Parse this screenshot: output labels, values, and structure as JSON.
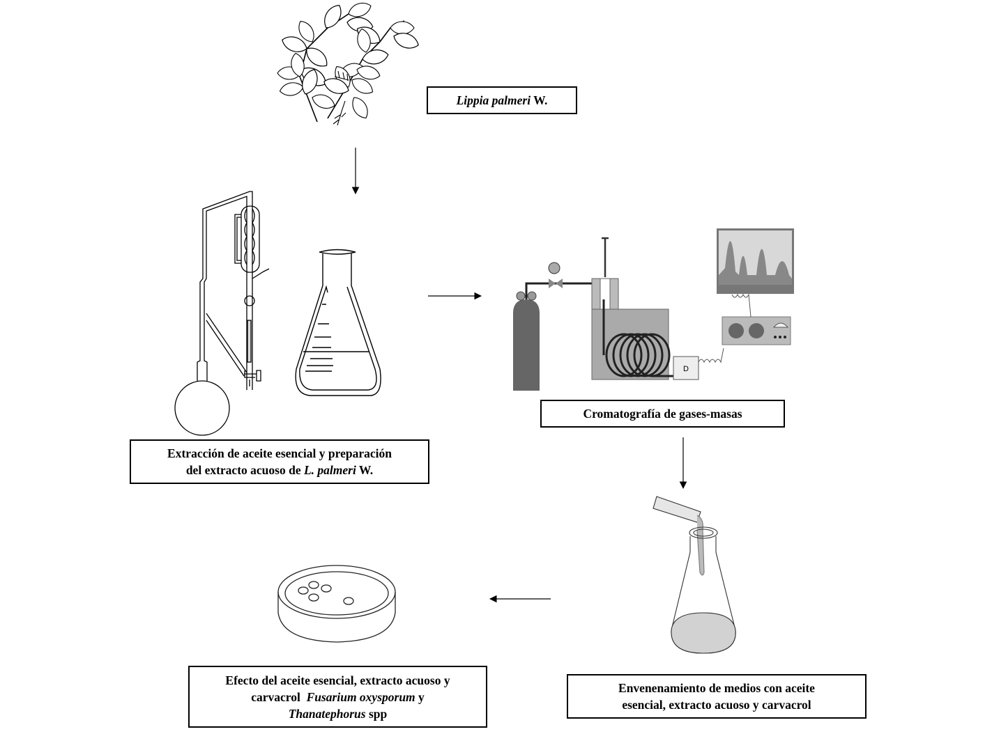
{
  "diagram": {
    "language": "es",
    "steps": [
      {
        "id": "plant",
        "label": [
          [
            {
              "t": "Lippia palmeri",
              "i": true
            },
            {
              "t": " W.",
              "i": false
            }
          ]
        ],
        "illustration": "plant-branch-icon"
      },
      {
        "id": "extraction",
        "label": [
          [
            {
              "t": "Extracción de aceite esencial y preparación",
              "i": false
            }
          ],
          [
            {
              "t": "del extracto acuoso de ",
              "i": false
            },
            {
              "t": "L. palmeri",
              "i": true
            },
            {
              "t": " W.",
              "i": false
            }
          ]
        ],
        "illustration": [
          "distillation-apparatus-icon",
          "erlenmeyer-flask-icon"
        ]
      },
      {
        "id": "gcms",
        "label": [
          [
            {
              "t": "Cromatografía de gases-masas",
              "i": false
            }
          ]
        ],
        "illustration": "gas-chromatograph-icon",
        "detector_label": "D"
      },
      {
        "id": "poisoning",
        "label": [
          [
            {
              "t": "Envenenamiento de medios con aceite",
              "i": false
            }
          ],
          [
            {
              "t": "esencial, extracto acuoso y carvacrol",
              "i": false
            }
          ]
        ],
        "illustration": "pouring-into-flask-icon"
      },
      {
        "id": "effect",
        "label": [
          [
            {
              "t": "Efecto del aceite esencial, extracto acuoso y",
              "i": false
            }
          ],
          [
            {
              "t": "carvacrol  ",
              "i": false
            },
            {
              "t": "Fusarium oxysporum",
              "i": true
            },
            {
              "t": " y",
              "i": false
            }
          ],
          [
            {
              "t": "Thanatephorus",
              "i": true
            },
            {
              "t": " spp",
              "i": false
            }
          ]
        ],
        "illustration": "petri-dish-icon"
      }
    ],
    "flow": [
      {
        "from": "plant",
        "to": "extraction",
        "direction": "down"
      },
      {
        "from": "extraction",
        "to": "gcms",
        "direction": "right"
      },
      {
        "from": "gcms",
        "to": "poisoning",
        "direction": "down"
      },
      {
        "from": "poisoning",
        "to": "effect",
        "direction": "left"
      }
    ]
  }
}
